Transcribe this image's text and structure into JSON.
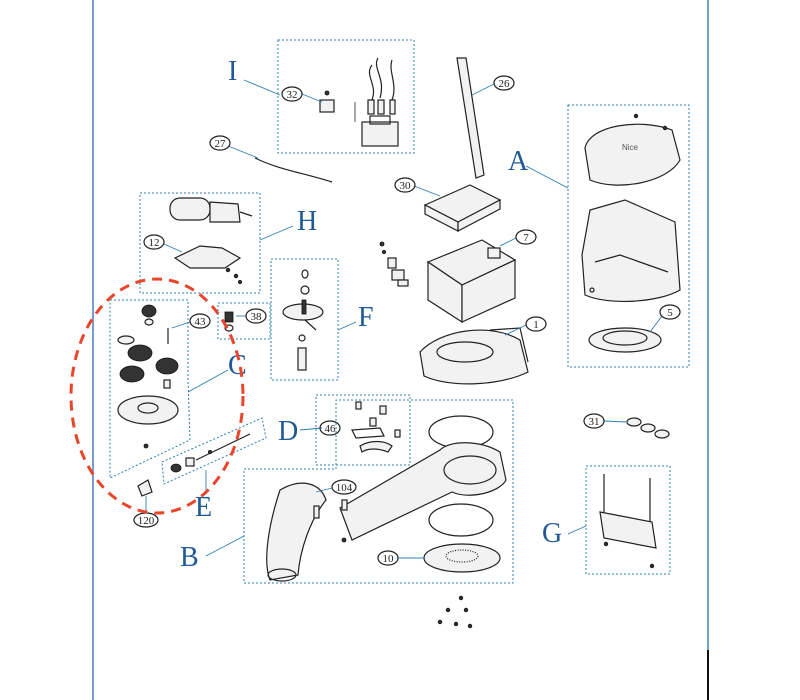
{
  "diagram": {
    "group_labels": {
      "A": "A",
      "B": "B",
      "C": "C",
      "D": "D",
      "E": "E",
      "F": "F",
      "G": "G",
      "H": "H",
      "I": "I"
    },
    "callouts": {
      "c1": "1",
      "c5": "5",
      "c7": "7",
      "c10": "10",
      "c12": "12",
      "c26": "26",
      "c27": "27",
      "c30": "30",
      "c31": "31",
      "c32": "32",
      "c38": "38",
      "c43": "43",
      "c46": "46",
      "c104": "104",
      "c120": "120"
    },
    "colors": {
      "label_blue": "#1f5a96",
      "box_dash": "#2c7fb0",
      "highlight_red": "#e8452a",
      "ink": "#222222"
    }
  }
}
